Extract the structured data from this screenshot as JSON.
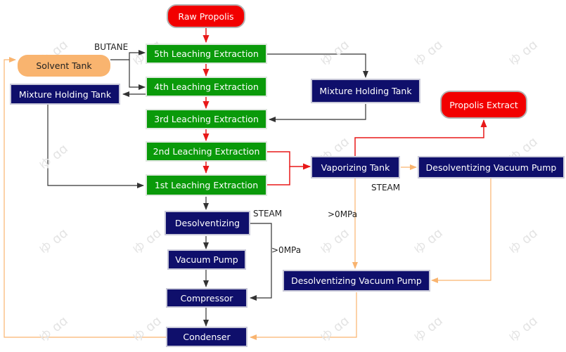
{
  "nodes": {
    "raw_propolis": "Raw Propolis",
    "solvent_tank": "Solvent Tank",
    "leach5": "5th Leaching Extraction",
    "leach4": "4th Leaching Extraction",
    "leach3": "3rd Leaching Extraction",
    "leach2": "2nd Leaching Extraction",
    "leach1": "1st Leaching Extraction",
    "mix_left": "Mixture Holding Tank",
    "mix_right": "Mixture Holding Tank",
    "propolis_extract": "Propolis Extract",
    "vaporizing": "Vaporizing Tank",
    "desolv_pump_right": "Desolventizing Vacuum Pump",
    "desolventizing": "Desolventizing",
    "vacuum_pump": "Vacuum Pump",
    "compressor": "Compressor",
    "condenser": "Condenser",
    "desolv_pump_mid": "Desolventizing Vacuum Pump"
  },
  "labels": {
    "butane": "BUTANE",
    "steam_left": "STEAM",
    "steam_right": "STEAM",
    "pressure_left": ">0MPa",
    "pressure_mid": ">0MPa"
  },
  "colors": {
    "process_green": "#0a9a0a",
    "equipment_navy": "#0f0f6b",
    "product_red": "#f20000",
    "solvent_orange": "#f9b46f",
    "solvent_line": "#f9b46f",
    "flow_red": "#e81818",
    "flow_dark": "#333333"
  }
}
